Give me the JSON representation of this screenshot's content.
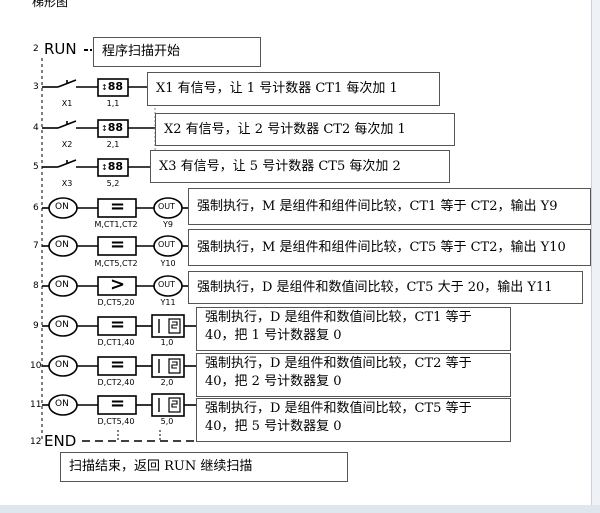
{
  "header": {
    "title": "梯形图"
  },
  "run_label": "RUN",
  "end_label": "END",
  "rungs": [
    {
      "no": "2"
    },
    {
      "no": "3"
    },
    {
      "no": "4"
    },
    {
      "no": "5"
    },
    {
      "no": "6"
    },
    {
      "no": "7"
    },
    {
      "no": "8"
    },
    {
      "no": "9"
    },
    {
      "no": "10"
    },
    {
      "no": "11"
    },
    {
      "no": "12"
    }
  ],
  "contacts": [
    {
      "label": "X1"
    },
    {
      "label": "X2"
    },
    {
      "label": "X3"
    }
  ],
  "counters": [
    {
      "glyph": "88",
      "label": "1,1"
    },
    {
      "glyph": "88",
      "label": "2,1"
    },
    {
      "glyph": "88",
      "label": "5,2"
    }
  ],
  "on_glyph": "ON",
  "out_glyph": "OUT",
  "compares": [
    {
      "symbol": "=",
      "label": "M,CT1,CT2",
      "out": "Y9"
    },
    {
      "symbol": "=",
      "label": "M,CT5,CT2",
      "out": "Y10"
    },
    {
      "symbol": ">",
      "label": "D,CT5,20",
      "out": "Y11"
    },
    {
      "symbol": "=",
      "label": "D,CT1,40",
      "reset_label": "1,0"
    },
    {
      "symbol": "=",
      "label": "D,CT2,40",
      "reset_label": "2,0"
    },
    {
      "symbol": "=",
      "label": "D,CT5,40",
      "reset_label": "5,0"
    }
  ],
  "notes": [
    {
      "text": "程序扫描开始"
    },
    {
      "text": "X1 有信号，让 1 号计数器 CT1 每次加 1"
    },
    {
      "text": "X2 有信号，让 2 号计数器 CT2 每次加 1"
    },
    {
      "text": "X3 有信号，让 5 号计数器 CT5 每次加 2"
    },
    {
      "text": "强制执行，M 是组件和组件间比较，CT1 等于 CT2，输出 Y9"
    },
    {
      "text": "强制执行，M 是组件和组件间比较，CT5 等于 CT2，输出 Y10"
    },
    {
      "text": "强制执行，D 是组件和数值间比较，CT5 大于 20，输出 Y11"
    },
    {
      "line1": "强制执行，D 是组件和数值间比较，CT1 等于",
      "line2": "40，把 1 号计数器复 0"
    },
    {
      "line1": "强制执行，D 是组件和数值间比较，CT2 等于",
      "line2": "40，把 2 号计数器复 0"
    },
    {
      "line1": "强制执行，D 是组件和数值间比较，CT5 等于",
      "line2": "40，把 5 号计数器复 0"
    },
    {
      "text": "扫描结束，返回 RUN 继续扫描"
    }
  ],
  "colors": {
    "line": "#000000",
    "note_border": "#555555",
    "frame": "#dfe6ee"
  }
}
